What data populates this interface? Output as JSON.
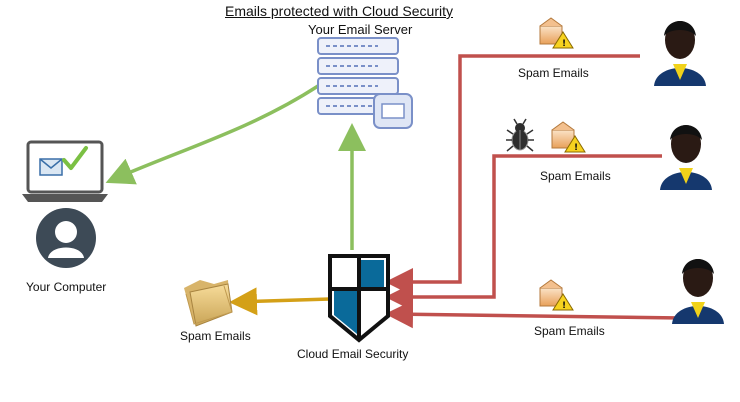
{
  "diagram": {
    "title": "Emails protected with Cloud Security",
    "server_label": "Your Email Server",
    "computer_label": "Your Computer",
    "security_label": "Cloud Email Security",
    "spam_folder_label": "Spam Emails",
    "spam_labels": [
      "Spam Emails",
      "Spam Emails",
      "Spam Emails"
    ]
  },
  "colors": {
    "red_line": "#c0504d",
    "green_line": "#8cbf5e",
    "orange_line": "#d4a017",
    "shield_blue": "#0a6a9a",
    "server_blue": "#7a90c8"
  },
  "icons": [
    "email-server-icon",
    "laptop-mail-icon",
    "user-avatar-icon",
    "security-shield-icon",
    "spam-folder-icon",
    "spam-email-warning-icon",
    "bug-icon",
    "person-icon"
  ]
}
